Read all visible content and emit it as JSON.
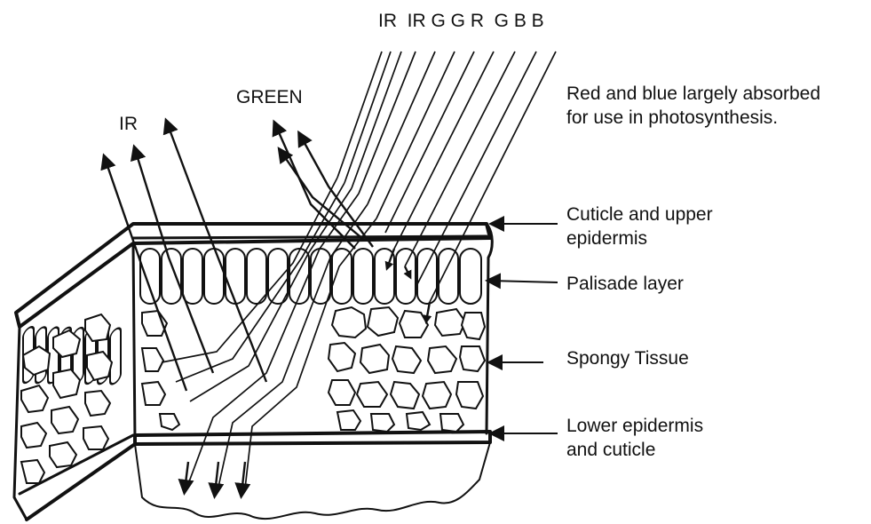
{
  "band_labels": {
    "incoming": "IR  IR G G R  G B B",
    "reflected_ir": "IR",
    "reflected_green": "GREEN"
  },
  "notes": {
    "absorption_line1": "Red and blue largely absorbed",
    "absorption_line2": "for use in photosynthesis."
  },
  "layers": [
    {
      "line1": "Cuticle and upper",
      "line2": "epidermis"
    },
    {
      "line1": "Palisade layer",
      "line2": ""
    },
    {
      "line1": "Spongy Tissue",
      "line2": ""
    },
    {
      "line1": "Lower epidermis",
      "line2": "and cuticle"
    }
  ]
}
